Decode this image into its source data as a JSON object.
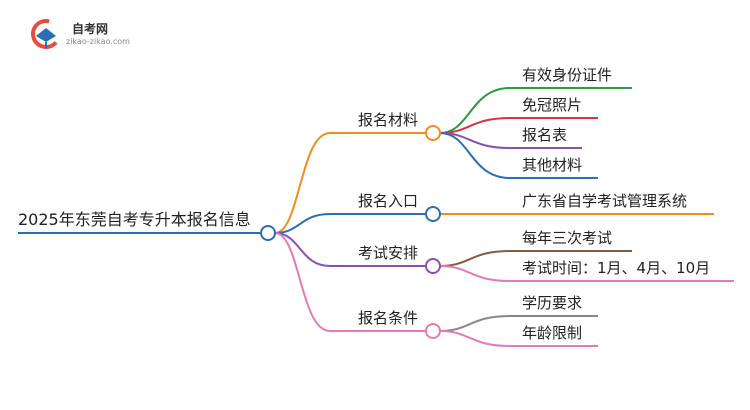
{
  "logo": {
    "name": "自考网",
    "url": "zikao-zikao.com"
  },
  "root": {
    "label": "2025年东莞自考专升本报名信息"
  },
  "branches": [
    {
      "label": "报名材料",
      "color": "#f28c1e",
      "leaves": [
        {
          "label": "有效身份证件",
          "color": "#2e9b3c"
        },
        {
          "label": "免冠照片",
          "color": "#d9343f"
        },
        {
          "label": "报名表",
          "color": "#8a4fb5"
        },
        {
          "label": "其他材料",
          "color": "#2a6fb3"
        }
      ]
    },
    {
      "label": "报名入口",
      "color": "#2a6fb3",
      "leaves": [
        {
          "label": "广东省自学考试管理系统",
          "color": "#f28c1e"
        }
      ]
    },
    {
      "label": "考试安排",
      "color": "#8a4fb5",
      "leaves": [
        {
          "label": "每年三次考试",
          "color": "#8b5a3c"
        },
        {
          "label": "考试时间：1月、4月、10月",
          "color": "#e57bb4"
        }
      ]
    },
    {
      "label": "报名条件",
      "color": "#e57bb4",
      "leaves": [
        {
          "label": "学历要求",
          "color": "#888888"
        },
        {
          "label": "年龄限制",
          "color": "#e57bb4"
        }
      ]
    }
  ]
}
